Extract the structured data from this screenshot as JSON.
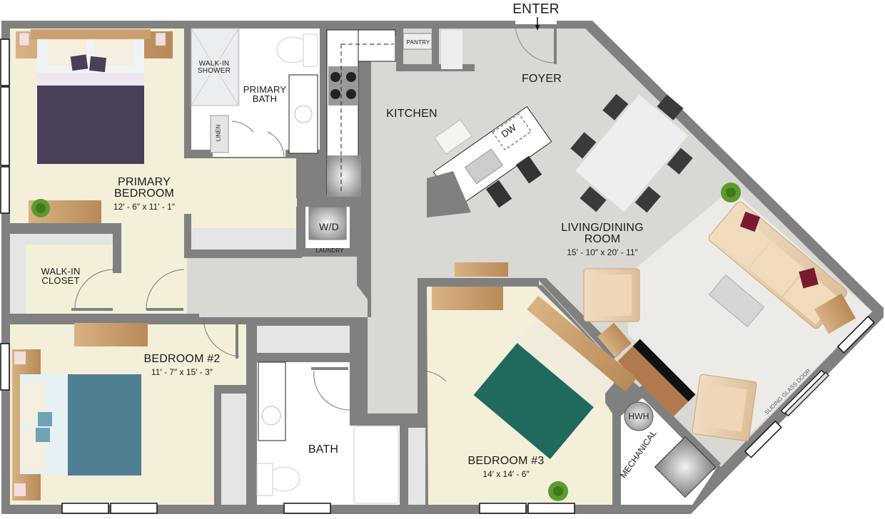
{
  "plan": {
    "title": "Three-bedroom apartment floor plan",
    "colors": {
      "wall": "#808080",
      "bedroom_floor": "#f3efd9",
      "common_floor": "#dad8d3",
      "bath_floor": "#ffffff",
      "rug": "#ecebe7",
      "primary_bed": "#4a3f59",
      "bed2": "#4e7f92",
      "bed3": "#1f6a5d",
      "wood": "#c79d6a",
      "sofa": "#e8cfae",
      "pillow_accent": "#7a1a2e"
    },
    "entry_label": "ENTER",
    "rooms": [
      {
        "id": "primary-bedroom",
        "name": "PRIMARY BEDROOM",
        "line1": "PRIMARY",
        "line2": "BEDROOM",
        "dimensions": "12′ - 6″ x 11′ - 1″"
      },
      {
        "id": "bedroom-2",
        "name": "BEDROOM #2",
        "dimensions": "11′ - 7″ x 15′ - 3″"
      },
      {
        "id": "bedroom-3",
        "name": "BEDROOM #3",
        "dimensions": "14′ x 14′ - 6″"
      },
      {
        "id": "living-dining",
        "name": "LIVING/DINING ROOM",
        "line1": "LIVING/DINING",
        "line2": "ROOM",
        "dimensions": "15′ - 10″ x 20′ - 11″"
      }
    ],
    "labels": {
      "walk_in_shower_1": "WALK-IN",
      "walk_in_shower_2": "SHOWER",
      "primary_bath_1": "PRIMARY",
      "primary_bath_2": "BATH",
      "linen": "LINEN",
      "walk_in_closet_1": "WALK-IN",
      "walk_in_closet_2": "CLOSET",
      "kitchen": "KITCHEN",
      "pantry": "PANTRY",
      "foyer": "FOYER",
      "dishwasher": "DW",
      "washer_dryer": "W/D",
      "laundry": "LAUNDRY",
      "bath": "BATH",
      "hwh": "HWH",
      "mechanical": "MECHANICAL",
      "sliding_glass_door": "SLIDING GLASS DOOR"
    }
  }
}
